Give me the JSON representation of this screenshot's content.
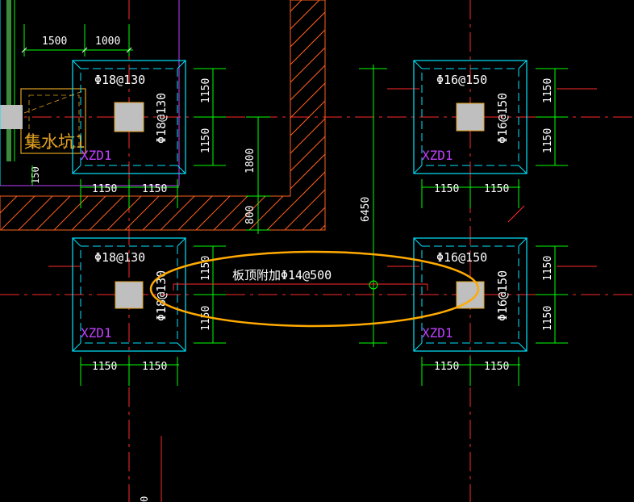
{
  "colors": {
    "background": "#000000",
    "pad_outline": "#00e5ff",
    "column": "#bfbfbf",
    "dim": "#00ff00",
    "axis": "#ff2a2a",
    "text": "#ffffff",
    "label": "#c040ff",
    "wall_hatch": "#ff6020",
    "pit": "#e0a020",
    "highlight": "#ffaa00"
  },
  "top_dims": [
    "1500",
    "1000"
  ],
  "pads": [
    {
      "id": "pad-top-left",
      "tag": "XZD1",
      "rebar_h": "Φ18@130",
      "rebar_v": "Φ18@130",
      "dim_bottom": [
        "1150",
        "1150"
      ],
      "dim_side": [
        "1150",
        "1150"
      ]
    },
    {
      "id": "pad-top-right",
      "tag": "XZD1",
      "rebar_h": "Φ16@150",
      "rebar_v": "Φ16@150",
      "dim_bottom": [
        "1150",
        "1150"
      ],
      "dim_side": [
        "1150",
        "1150"
      ]
    },
    {
      "id": "pad-bottom-left",
      "tag": "XZD1",
      "rebar_h": "Φ18@130",
      "rebar_v": "Φ18@130",
      "dim_bottom": [
        "1150",
        "1150"
      ],
      "dim_side": [
        "1150",
        "1150"
      ]
    },
    {
      "id": "pad-bottom-right",
      "tag": "XZD1",
      "rebar_h": "Φ16@150",
      "rebar_v": "Φ16@150",
      "dim_bottom": [
        "1150",
        "1150"
      ],
      "dim_side": [
        "1150",
        "1150"
      ]
    }
  ],
  "pit": {
    "label": "集水坑1",
    "dim": "150"
  },
  "dim_1800": "1800",
  "dim_800": "800",
  "dim_6450": "6450",
  "rebar_note": "板顶附加Φ14@500",
  "bottom_mark": "0"
}
